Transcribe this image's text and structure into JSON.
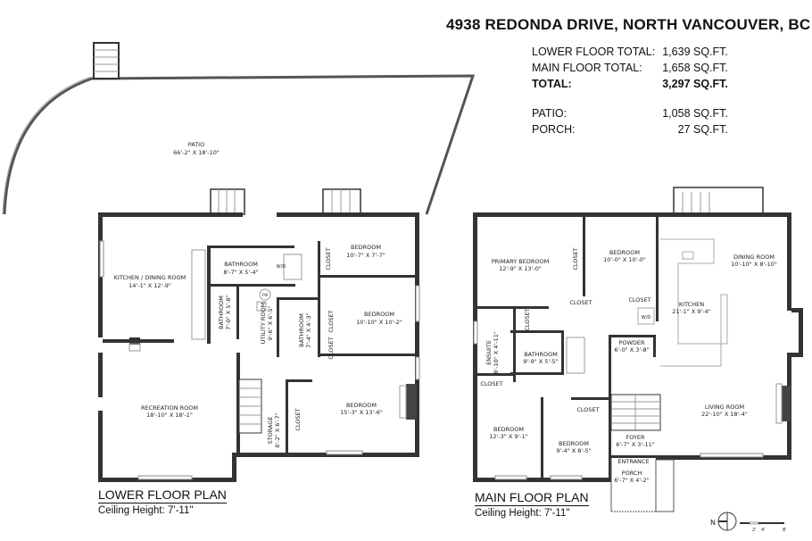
{
  "title": "4938 REDONDA DRIVE, NORTH VANCOUVER, BC",
  "areas": [
    {
      "label": "LOWER FLOOR TOTAL:",
      "value": "1,639 SQ.FT.",
      "bold": false
    },
    {
      "label": "MAIN FLOOR TOTAL:",
      "value": "1,658 SQ.FT.",
      "bold": false
    },
    {
      "label": "TOTAL:",
      "value": "3,297 SQ.FT.",
      "bold": true
    },
    {
      "label": "PATIO:",
      "value": "1,058 SQ.FT.",
      "bold": false
    },
    {
      "label": "PORCH:",
      "value": "27 SQ.FT.",
      "bold": false
    }
  ],
  "patio": {
    "name": "PATIO",
    "dim": "66'-2\" X 18'-10\""
  },
  "lower_floor": {
    "title": "LOWER FLOOR PLAN",
    "ceiling": "Ceiling Height: 7'-11\"",
    "rooms": [
      {
        "name": "KITCHEN / DINING ROOM",
        "dim": "14'-1\" X 12'-9\""
      },
      {
        "name": "BATHROOM",
        "dim": "8'-7\" X 5'-4\""
      },
      {
        "name": "BEDROOM",
        "dim": "10'-7\" X 7'-7\""
      },
      {
        "name": "BEDROOM",
        "dim": "10'-10\" X 10'-2\""
      },
      {
        "name": "BATHROOM",
        "dim": "7'-0\" X 5'-8\""
      },
      {
        "name": "UTILITY ROOM",
        "dim": "9'-6\" X 6'-5\""
      },
      {
        "name": "BATHROOM",
        "dim": "7'-4\" X 4'-3\""
      },
      {
        "name": "RECREATION ROOM",
        "dim": "18'-10\" X 18'-1\""
      },
      {
        "name": "STORAGE",
        "dim": "8'-2\" X 6'-7\""
      },
      {
        "name": "BEDROOM",
        "dim": "15'-3\" X 13'-6\""
      }
    ],
    "closets": [
      "CLOSET",
      "CLOSET",
      "CLOSET",
      "CLOSET"
    ],
    "fixtures": [
      "W/D",
      "FW"
    ]
  },
  "main_floor": {
    "title": "MAIN FLOOR PLAN",
    "ceiling": "Ceiling Height: 7'-11\"",
    "rooms": [
      {
        "name": "PRIMARY BEDROOM",
        "dim": "12'-9\" X 13'-0\""
      },
      {
        "name": "BEDROOM",
        "dim": "10'-0\" X 10'-0\""
      },
      {
        "name": "DINING ROOM",
        "dim": "10'-10\" X 8'-10\""
      },
      {
        "name": "KITCHEN",
        "dim": "21'-1\" X 9'-4\""
      },
      {
        "name": "ENSUITE",
        "dim": "8'-10\" X 4'-11\""
      },
      {
        "name": "BATHROOM",
        "dim": "9'-9\" X 5'-5\""
      },
      {
        "name": "POWDER",
        "dim": "6'-0\" X 3'-8\""
      },
      {
        "name": "LIVING ROOM",
        "dim": "22'-10\" X 18'-4\""
      },
      {
        "name": "BEDROOM",
        "dim": "12'-3\" X 9'-1\""
      },
      {
        "name": "BEDROOM",
        "dim": "9'-4\" X 8'-5\""
      },
      {
        "name": "FOYER",
        "dim": "6'-7\" X 3'-11\""
      },
      {
        "name": "ENTRANCE",
        "dim": ""
      },
      {
        "name": "PORCH",
        "dim": "6'-7\" X 4'-2\""
      }
    ],
    "closets": [
      "CLOSET",
      "CLOSET",
      "CLOSET",
      "CLOSET",
      "CLOSET",
      "CLOSET"
    ],
    "fixtures": [
      "W/D"
    ]
  },
  "compass": {
    "label": "N"
  },
  "scale": {
    "ticks": [
      "2'",
      "4'",
      "8'"
    ]
  },
  "colors": {
    "wall": "#333333",
    "text": "#111111",
    "background": "#ffffff"
  }
}
